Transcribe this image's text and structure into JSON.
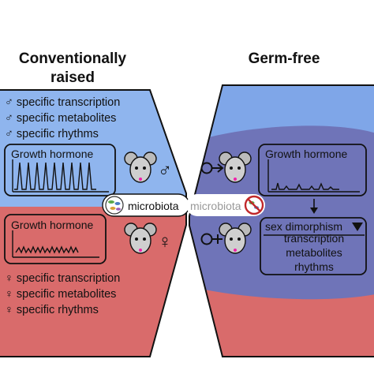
{
  "left_panel": {
    "title_line1": "Conventionally",
    "title_line2": "raised",
    "top_items": [
      "♂ specific transcription",
      "♂ specific metabolites",
      "♂ specific rhythms"
    ],
    "bottom_items": [
      "♀ specific transcription",
      "♀ specific metabolites",
      "♀ specific rhythms"
    ],
    "growth_hormone_male": "Growth hormone",
    "growth_hormone_female": "Growth hormone",
    "male_symbol": "♂",
    "female_symbol": "♀",
    "microbiota_label": "microbiota"
  },
  "right_panel": {
    "title": "Germ-free",
    "growth_hormone": "Growth hormone",
    "microbiota_label": "microbiota",
    "sex_dimorphism": "sex dimorphism",
    "dimorphism_items": [
      "transcription",
      "metabolites",
      "rhythms"
    ]
  },
  "colors": {
    "male_blue": "#8fb5ee",
    "female_red": "#d96b6b",
    "germfree_purple": "#6f74b8",
    "germfree_blue": "#7fa6e8",
    "germfree_red": "#d96b6b"
  }
}
